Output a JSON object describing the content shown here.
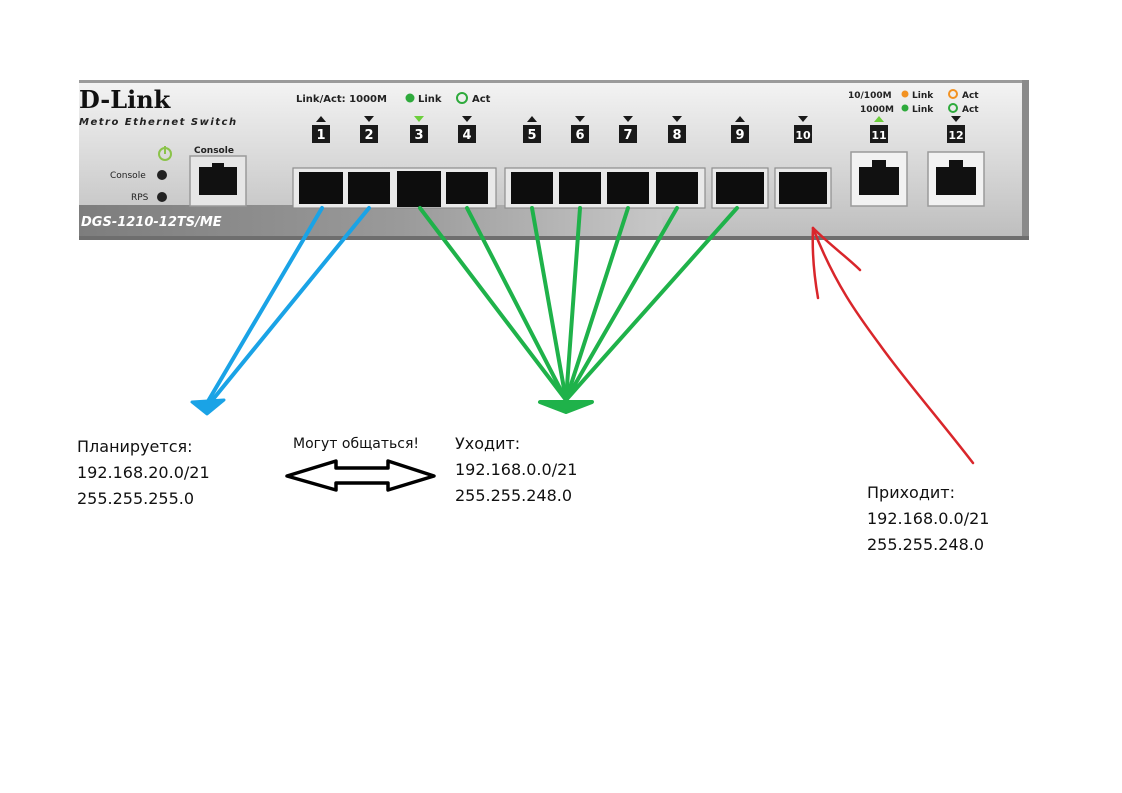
{
  "device": {
    "brand": "D-Link",
    "subtitle": "Metro Ethernet Switch",
    "model": "DGS-1210-12TS/ME",
    "console_label": "Console",
    "led_console_label": "Console",
    "led_rps_label": "RPS",
    "legend_left": {
      "prefix": "Link/Act: 1000M",
      "link": "Link",
      "act": "Act"
    },
    "legend_right": {
      "row1_speed": "10/100M",
      "row1_link": "Link",
      "row1_act": "Act",
      "row2_speed": "1000M",
      "row2_link": "Link",
      "row2_act": "Act"
    },
    "ports": [
      "1",
      "2",
      "3",
      "4",
      "5",
      "6",
      "7",
      "8",
      "9",
      "10",
      "11",
      "12"
    ]
  },
  "colors": {
    "blue_arrow": "#1aa3e6",
    "green_arrow": "#1fb24a",
    "red_arrow": "#d9262b",
    "black_arrow": "#000000"
  },
  "annotations": {
    "planned": {
      "title": "Планируется:",
      "network": "192.168.20.0/21",
      "mask": "255.255.255.0"
    },
    "communicate": "Могут общаться!",
    "outgoing": {
      "title": "Уходит:",
      "network": "192.168.0.0/21",
      "mask": "255.255.248.0"
    },
    "incoming": {
      "title": "Приходит:",
      "network": "192.168.0.0/21",
      "mask": "255.255.248.0"
    }
  }
}
